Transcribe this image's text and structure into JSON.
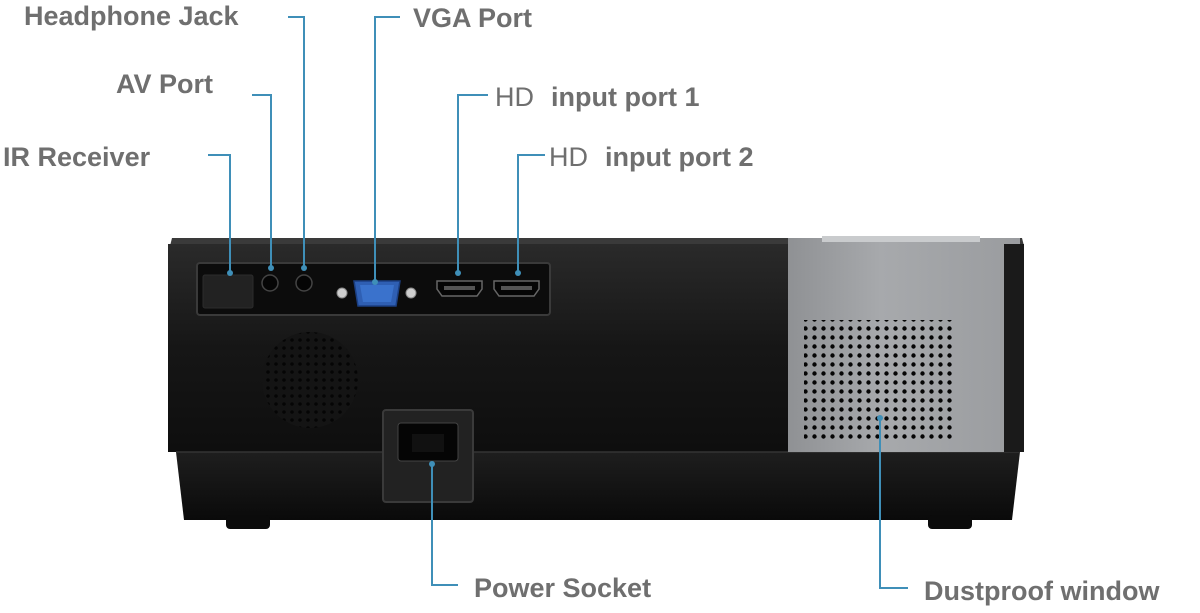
{
  "callouts": {
    "headphone_jack": "Headphone Jack",
    "av_port": "AV Port",
    "ir_receiver": "IR Receiver",
    "vga_port": "VGA Port",
    "hd_input_1_prefix": "HD",
    "hd_input_1": "input port 1",
    "hd_input_2_prefix": "HD",
    "hd_input_2": "input port 2",
    "power_socket": "Power Socket",
    "dustproof_window": "Dustproof window"
  },
  "colors": {
    "leader_line": "#3f8fb8",
    "label_text": "#6f6f6f",
    "device_body": "#1a1a1a",
    "vga_connector": "#2f5fb3",
    "dustproof_panel": "#9c9ea1"
  }
}
